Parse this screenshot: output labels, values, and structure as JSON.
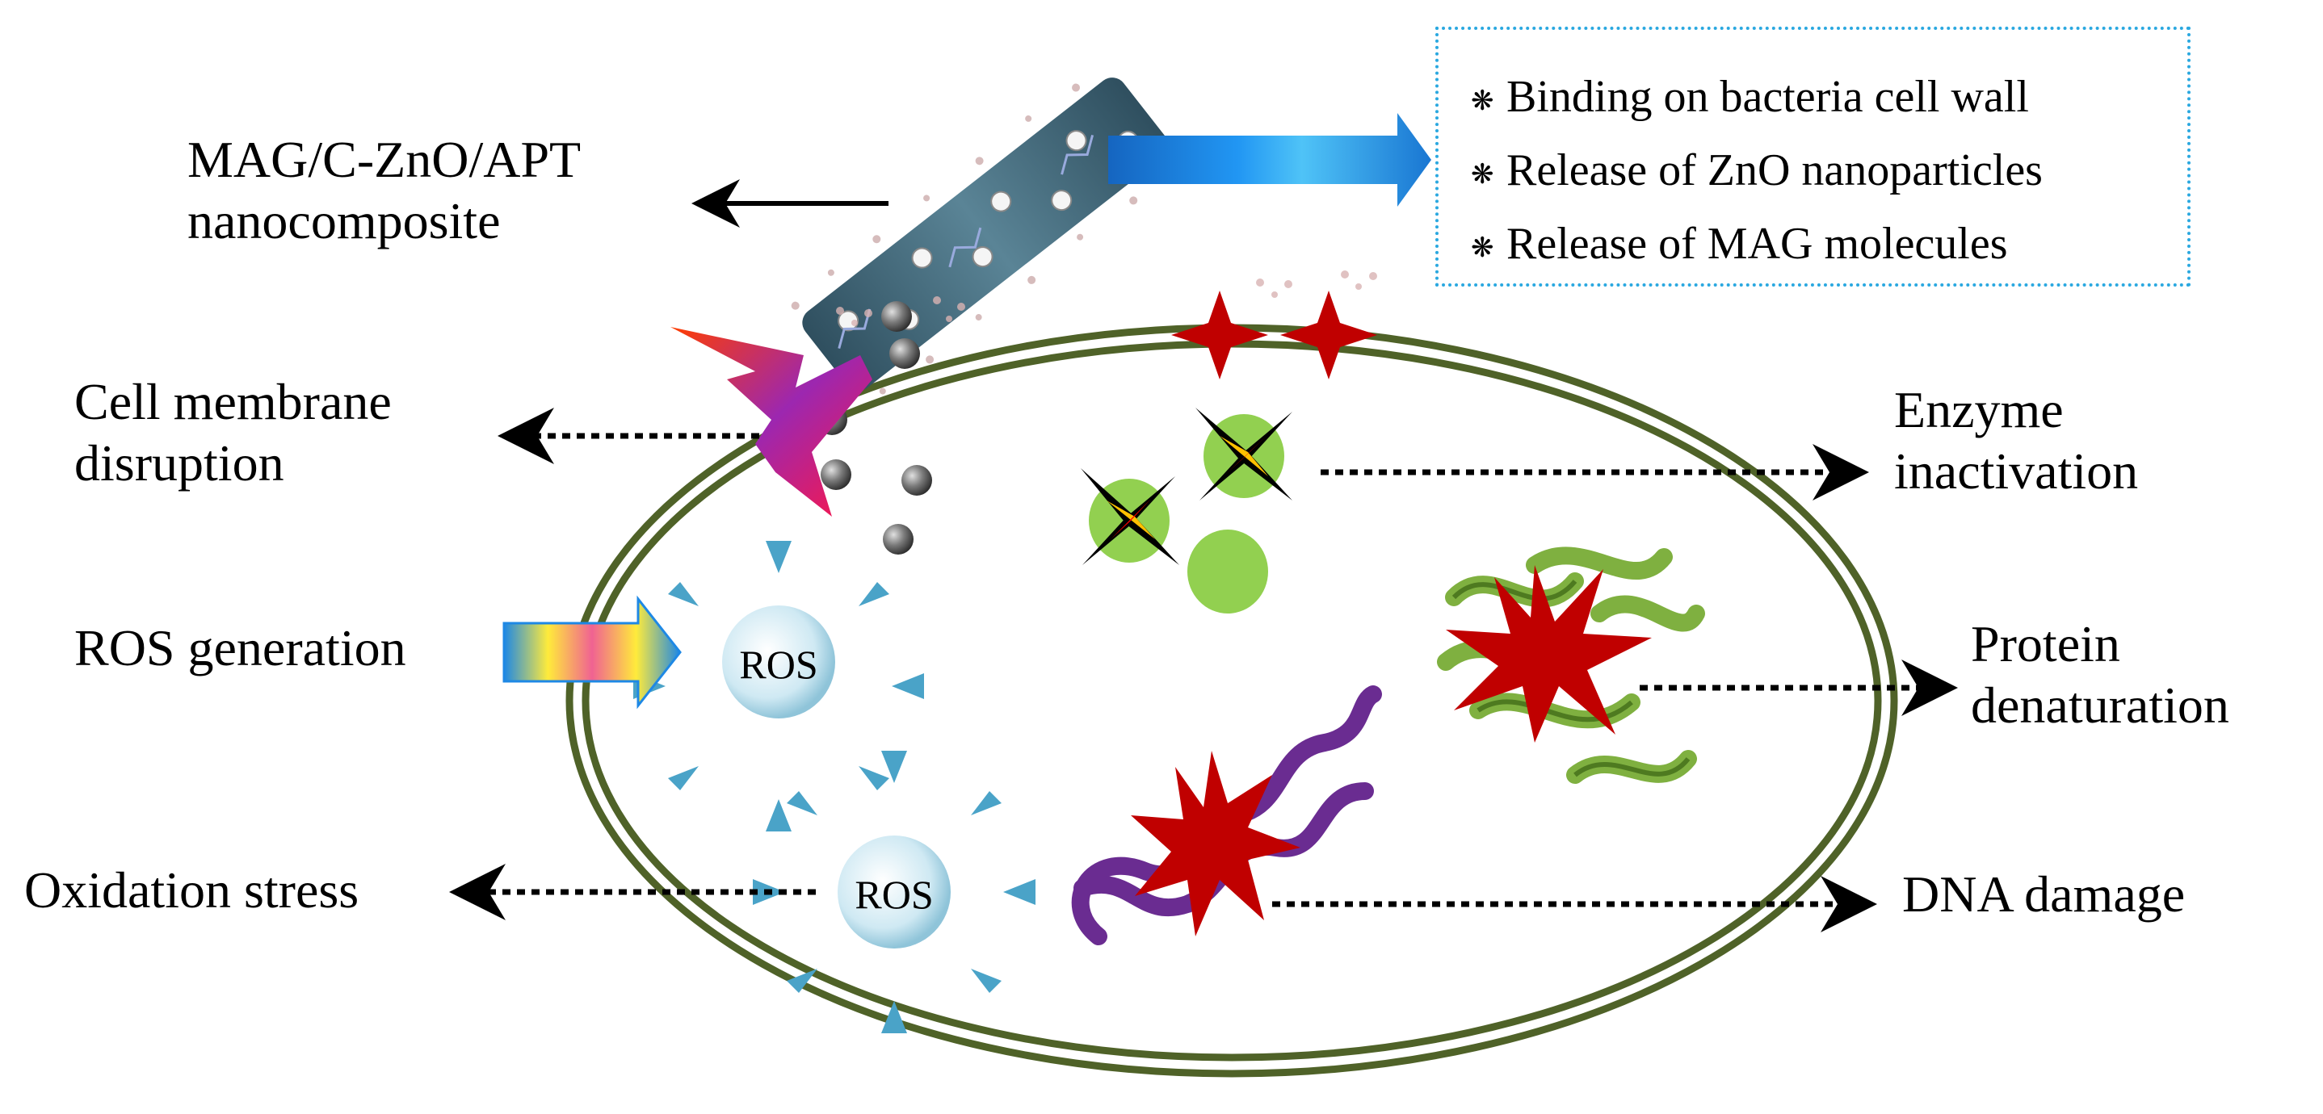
{
  "labels": {
    "nanocomposite_line1": "MAG/C-ZnO/APT",
    "nanocomposite_line2": "nanocomposite",
    "membrane_line1": "Cell membrane",
    "membrane_line2": "disruption",
    "ros_generation": "ROS generation",
    "oxidation_stress": "Oxidation stress",
    "enzyme_line1": "Enzyme",
    "enzyme_line2": "inactivation",
    "protein_line1": "Protein",
    "protein_line2": "denaturation",
    "dna_damage": "DNA damage",
    "ros_symbol": "ROS"
  },
  "mechanisms": [
    "Binding on bacteria cell wall",
    "Release of ZnO nanoparticles",
    "Release of  MAG molecules"
  ],
  "bullet_glyph": "❋",
  "colors": {
    "cell_wall": "#4f6228",
    "box_border": "#2aa8e0",
    "blue_arrow": "#1e88e5",
    "star_red": "#c00000",
    "enzyme_green": "#92d050",
    "dna_purple": "#6a2c91",
    "protein_green": "#7fb040",
    "ros_blue": "#4aa3c8"
  }
}
